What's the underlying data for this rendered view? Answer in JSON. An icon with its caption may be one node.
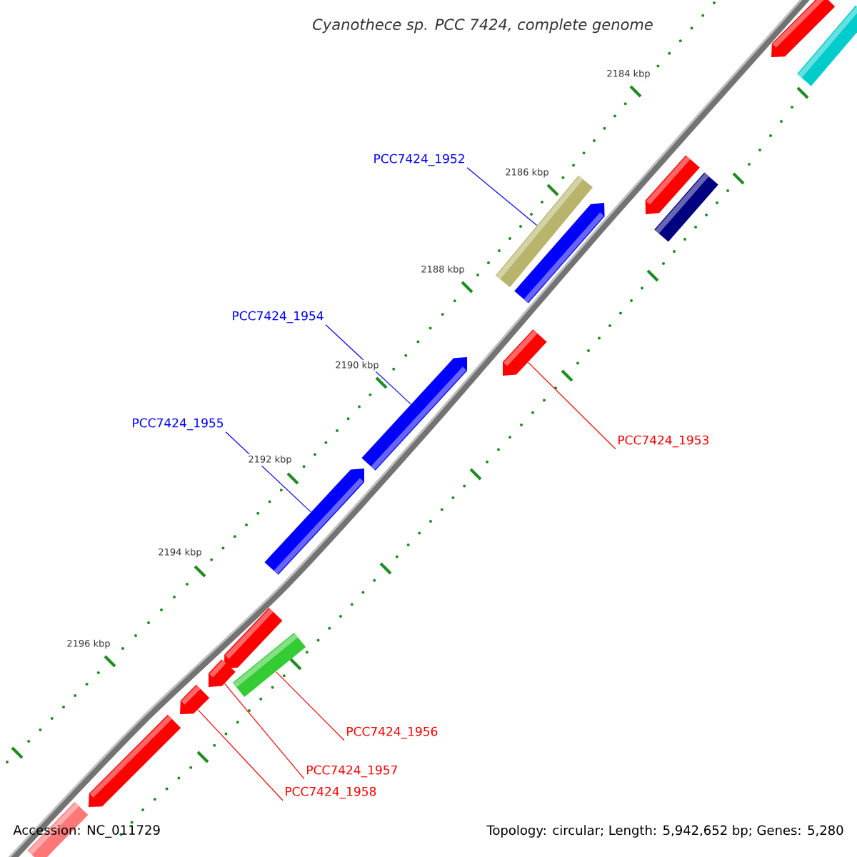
{
  "diagram": {
    "title": "Cyanothece sp. PCC 7424, complete genome",
    "nodes": [
      {
        "text": [
          "PCC7424_1952"
        ]
      },
      {
        "text": [
          "PCC7424_1954"
        ]
      },
      {
        "text": [
          "PCC7424_1955"
        ]
      },
      {
        "text": [
          "PCC7424_1953"
        ]
      },
      {
        "text": [
          "PCC7424_1956"
        ]
      },
      {
        "text": [
          "PCC7424_1957"
        ]
      },
      {
        "text": [
          "PCC7424_1958"
        ]
      },
      {
        "text": [],
        "shape": "pentagon"
      },
      {
        "text": [],
        "shape": "bar"
      },
      {
        "text": [],
        "shape": "bar"
      },
      {
        "text": [],
        "shape": "pentagon"
      },
      {
        "text": [],
        "shape": "pentagon"
      },
      {
        "text": [],
        "shape": "bar"
      },
      {
        "text": [],
        "shape": "pentagon"
      },
      {
        "text": [],
        "shape": "pentagon"
      },
      {
        "text": [],
        "shape": "pentagon"
      },
      {
        "text": [],
        "shape": "pentagon"
      },
      {
        "text": [],
        "shape": "bar"
      },
      {
        "text": [],
        "shape": "pentagon"
      },
      {
        "text": [],
        "shape": "pentagon"
      },
      {
        "text": [],
        "shape": "pentagon"
      },
      {
        "text": [],
        "shape": "bar"
      }
    ],
    "edges": [
      {
        "from": 0,
        "to": 9,
        "arrow": "none",
        "color": "#0000ff"
      },
      {
        "from": 1,
        "to": 14,
        "arrow": "none",
        "color": "#0000ff"
      },
      {
        "from": 2,
        "to": 15,
        "arrow": "none",
        "color": "#0000ff"
      },
      {
        "from": 3,
        "to": 13,
        "arrow": "none"
      },
      {
        "from": 4,
        "to": 17,
        "arrow": "none"
      },
      {
        "from": 5,
        "to": 18,
        "arrow": "none"
      },
      {
        "from": 6,
        "to": 19,
        "arrow": "none"
      }
    ],
    "labels": [
      "2184 kbp",
      "2186 kbp",
      "2188 kbp",
      "2190 kbp",
      "2192 kbp",
      "2194 kbp",
      "2196 kbp",
      "Accession: NC_011729",
      "Topology: circular; Length: 5,942,652 bp; Genes: 5,280"
    ]
  }
}
